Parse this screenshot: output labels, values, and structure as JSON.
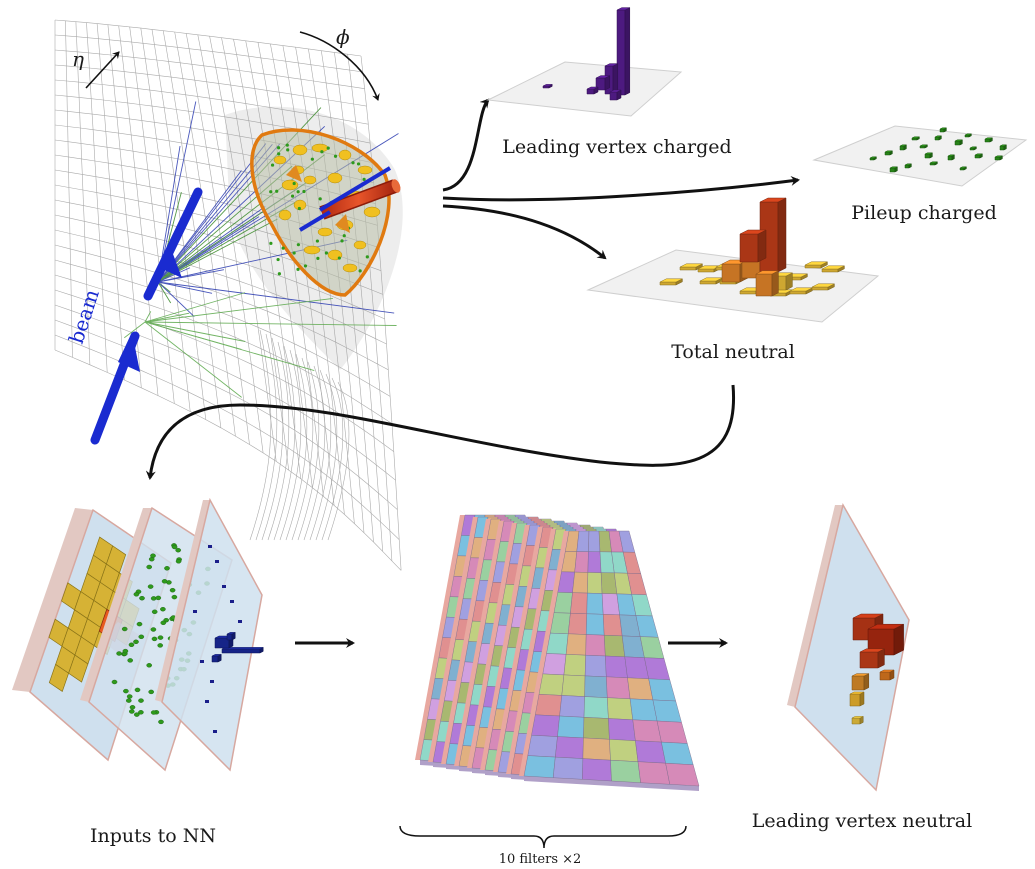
{
  "labels": {
    "eta": "η",
    "phi": "ϕ",
    "beam": "beam",
    "leading_vertex_charged": "Leading vertex charged",
    "pileup_charged": "Pileup charged",
    "total_neutral": "Total neutral",
    "inputs_to_nn": "Inputs to NN",
    "filters": "10 filters ×2",
    "leading_vertex_neutral": "Leading vertex neutral"
  },
  "colors": {
    "beam": "#1a2bd0",
    "jet_axis": "#d9361a",
    "jet_outline": "#e07a10",
    "charged_leading": "#5a1e96",
    "pileup": "#2e9a1c",
    "neutral_low": "#f2c43a",
    "neutral_mid": "#e9892a",
    "neutral_high": "#c8401a",
    "plane": "#cfe0ee",
    "plane_edge": "#d7a8a0",
    "arrow": "#111111"
  },
  "icons": {
    "detector": "cylindrical-detector-mesh-icon",
    "flow_arrow": "curved-arrow-icon",
    "layer": "image-plane-icon"
  }
}
